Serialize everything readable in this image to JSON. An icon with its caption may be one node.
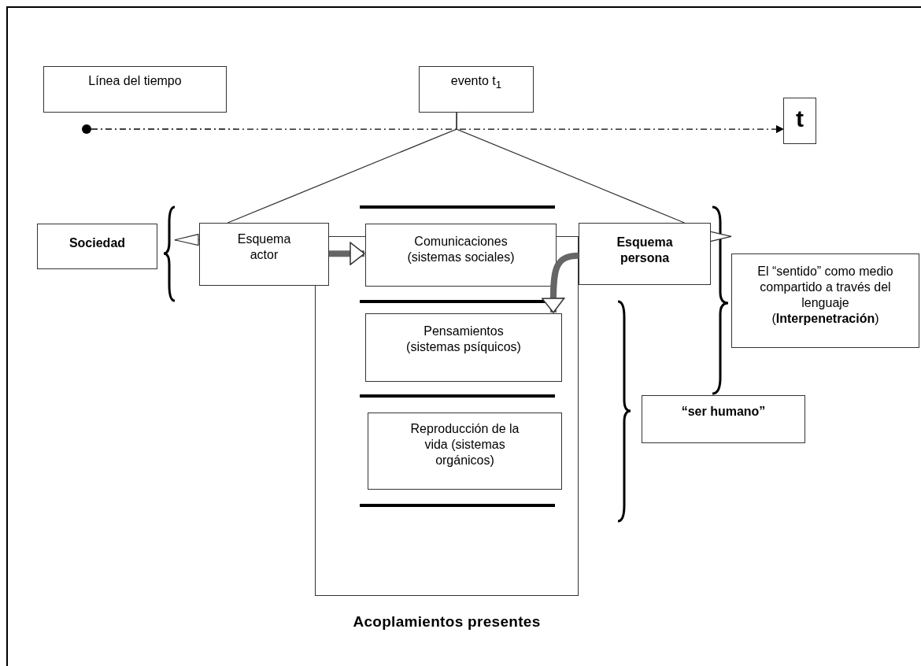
{
  "diagram": {
    "nodes": [
      {
        "text": [
          "Línea del tiempo"
        ]
      },
      {
        "text": [
          "evento t$_{1}$"
        ]
      },
      {
        "text": [
          "t"
        ]
      },
      {
        "text": [],
        "shape": "circle"
      },
      {
        "text": [
          "Sociedad"
        ]
      },
      {
        "text": [
          "Esquema actor"
        ]
      },
      {
        "text": [
          "Acoplamientos presentes"
        ]
      },
      {
        "text": [
          "Comunicaciones (sistemas sociales)"
        ],
        "in": 6
      },
      {
        "text": [
          "Esquema persona"
        ]
      },
      {
        "text": [
          "El “sentido” como medio compartido a través del lenguaje (**Interpenetración**)"
        ]
      },
      {
        "text": [
          "Pensamientos (sistemas psíquicos)"
        ],
        "in": 6
      },
      {
        "text": [
          "“ser humano”"
        ]
      },
      {
        "text": [
          "Reproducción de la vida (sistemas orgánicos)"
        ],
        "in": 6
      }
    ],
    "edges": [
      {
        "from": 3,
        "to": 2,
        "arrow": "to",
        "style": "dashed"
      },
      {
        "from": 1,
        "to": 5,
        "arrow": "none"
      },
      {
        "from": 1,
        "to": 8,
        "arrow": "none"
      },
      {
        "from": 5,
        "to": 7,
        "arrow": "to",
        "style": "thick"
      },
      {
        "from": 8,
        "to": 10,
        "arrow": "to",
        "style": "thick"
      },
      {
        "from": 5,
        "to": 4,
        "arrow": "to"
      },
      {
        "from": 8,
        "to": 9,
        "arrow": "to"
      }
    ]
  }
}
